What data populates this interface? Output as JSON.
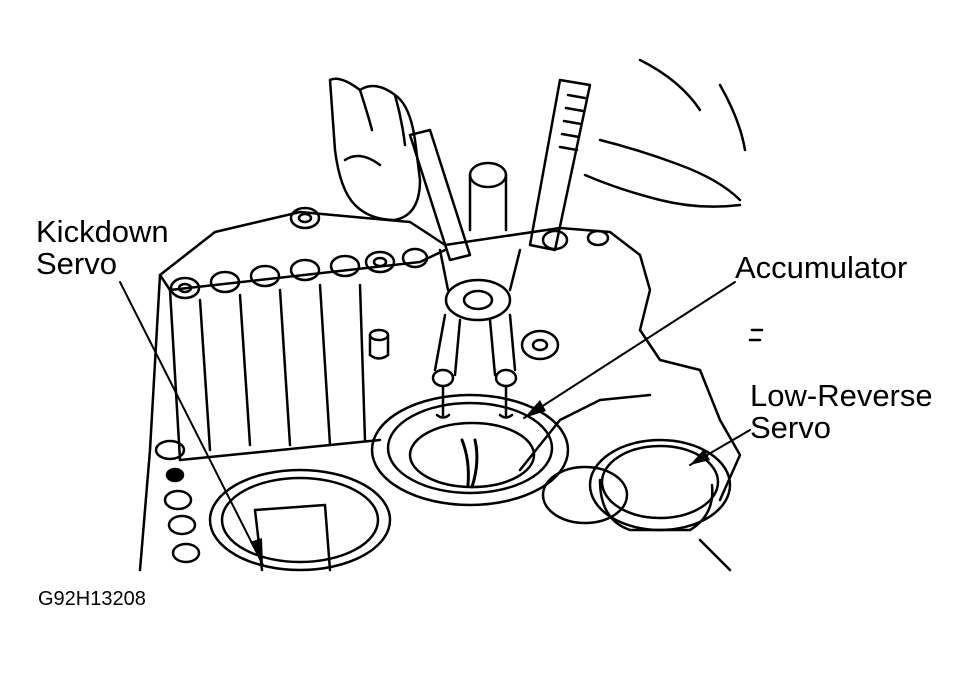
{
  "labels": {
    "kickdown_line1": "Kickdown",
    "kickdown_line2": "Servo",
    "accumulator": "Accumulator",
    "low_reverse_line1": "Low-Reverse",
    "low_reverse_line2": "Servo"
  },
  "figure_id": "G92H13208",
  "colors": {
    "line": "#000000",
    "background": "#ffffff"
  },
  "icons": {
    "tool": "snap-ring-pliers-icon",
    "hand": "hand-icon"
  }
}
